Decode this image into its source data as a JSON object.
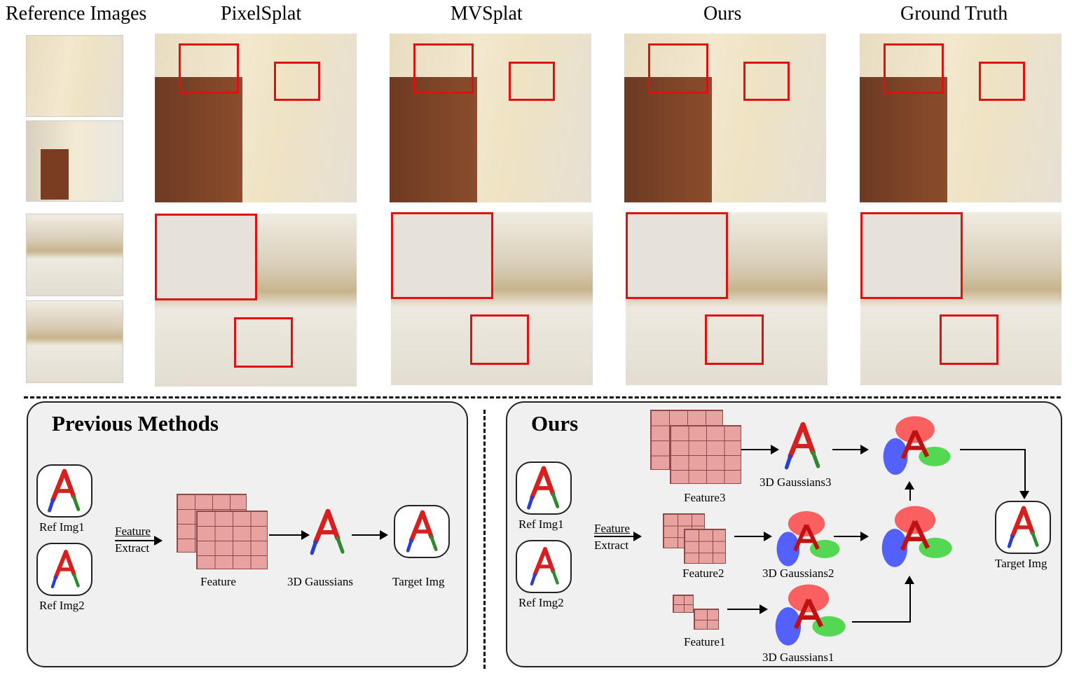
{
  "columns": {
    "reference": "Reference Images",
    "pixelsplat": "PixelSplat",
    "mvsplat": "MVSplat",
    "ours": "Ours",
    "ground_truth": "Ground Truth"
  },
  "previous": {
    "title": "Previous Methods",
    "ref1": "Ref Img1",
    "ref2": "Ref Img2",
    "extract_top": "Feature",
    "extract_bottom": "Extract",
    "feature": "Feature",
    "gaussians": "3D Gaussians",
    "target": "Target Img"
  },
  "ours": {
    "title": "Ours",
    "ref1": "Ref Img1",
    "ref2": "Ref Img2",
    "extract_top": "Feature",
    "extract_bottom": "Extract",
    "feature3": "Feature3",
    "feature2": "Feature2",
    "feature1": "Feature1",
    "gaussians3": "3D Gaussians3",
    "gaussians2": "3D Gaussians2",
    "gaussians1": "3D Gaussians1",
    "target": "Target Img"
  },
  "colors": {
    "highlight": "#e01010",
    "feature_cube": "#e8a3a0",
    "panel_bg": "#f0f0f0"
  }
}
